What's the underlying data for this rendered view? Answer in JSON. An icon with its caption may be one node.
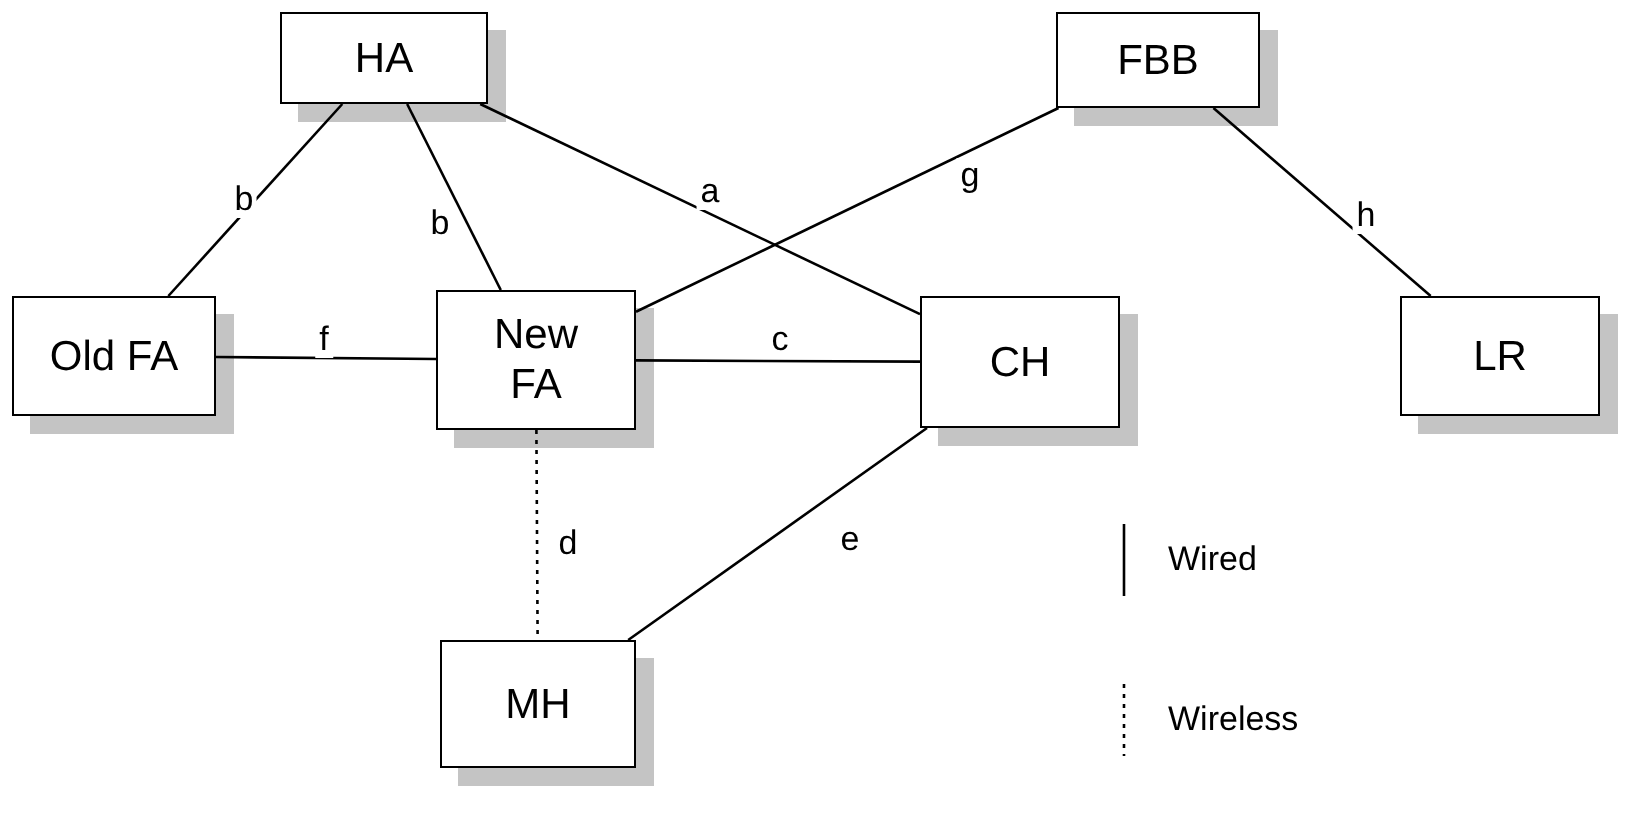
{
  "diagram": {
    "nodes": [
      {
        "text": [
          "HA"
        ]
      },
      {
        "text": [
          "FBB"
        ]
      },
      {
        "text": [
          "Old FA"
        ]
      },
      {
        "text": [
          "New FA"
        ]
      },
      {
        "text": [
          "CH"
        ]
      },
      {
        "text": [
          "LR"
        ]
      },
      {
        "text": [
          "MH"
        ]
      }
    ],
    "edges": [
      {
        "from": 0,
        "to": 2,
        "arrow": "none",
        "label": "b"
      },
      {
        "from": 0,
        "to": 3,
        "arrow": "none",
        "label": "b"
      },
      {
        "from": 0,
        "to": 4,
        "arrow": "none",
        "label": "a"
      },
      {
        "from": 1,
        "to": 3,
        "arrow": "none",
        "label": "g"
      },
      {
        "from": 1,
        "to": 5,
        "arrow": "none",
        "label": "h"
      },
      {
        "from": 2,
        "to": 3,
        "arrow": "none",
        "label": "f"
      },
      {
        "from": 3,
        "to": 4,
        "arrow": "none",
        "label": "c"
      },
      {
        "from": 3,
        "to": 6,
        "arrow": "none",
        "label": "d",
        "style": "dashed"
      },
      {
        "from": 4,
        "to": 6,
        "arrow": "none",
        "label": "e"
      }
    ],
    "legend": [
      {
        "text": "Wired"
      },
      {
        "text": "Wireless"
      }
    ]
  }
}
